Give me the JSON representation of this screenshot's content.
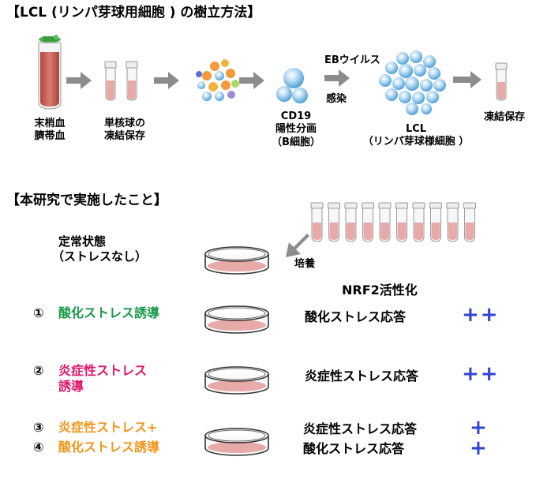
{
  "title": "【LCL (リンパ芽球用細胞 ) の樹立方法】",
  "pipeline": {
    "source_label_1": "末梢血",
    "source_label_2": "臍帯血",
    "pbmc_label_1": "単核球の",
    "pbmc_label_2": "凍結保存",
    "virus_label": "EBウイルス",
    "infection_label": "感染",
    "cd19_label_1": "CD19",
    "cd19_label_2": "陽性分画",
    "cd19_label_3": "（B細胞）",
    "lcl_label_1": "LCL",
    "lcl_label_2": "（リンパ芽球様細胞 ）",
    "storage_label": "凍結保存"
  },
  "study": {
    "heading": "【本研究で実施したこと】",
    "culture_label": "培養",
    "steady_label_1": "定常状態",
    "steady_label_2": "（ストレスなし）",
    "nrf2_header": "NRF2活性化",
    "conditions": [
      {
        "number": "①",
        "line1": "酸化ストレス誘導",
        "line2": "",
        "response1": "酸化ストレス応答",
        "response2": "",
        "score": "++"
      },
      {
        "number": "②",
        "line1": "炎症性ストレス",
        "line2": "誘導",
        "response1": "炎症性ストレス応答",
        "response2": "",
        "score": "++"
      },
      {
        "number": "③",
        "line1": "炎症性ストレス+",
        "line2": "",
        "response1": "炎症性ストレス応答",
        "response2": "",
        "score": "+"
      },
      {
        "number": "④",
        "line1": "酸化ストレス誘導",
        "line2": "",
        "response1": "酸化ストレス応答",
        "response2": "",
        "score": "+"
      }
    ]
  },
  "colors": {
    "arrow": "#8c8c8c",
    "blood": "#c9645c",
    "sample": "#e8a9a9",
    "cell": "#8fc8ec",
    "dish_media": "#e8a9a9",
    "oxidative": "#1a9a4a",
    "inflammatory": "#e0156b",
    "combined": "#f2961c",
    "plus": "#2f43d6"
  }
}
